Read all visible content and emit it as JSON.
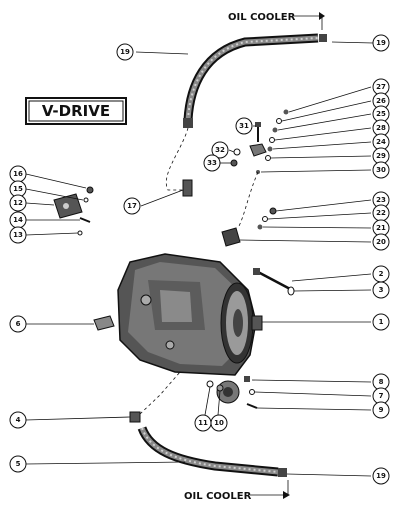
{
  "title": "V-DRIVE",
  "labels": {
    "oil_cooler_top": "OIL COOLER",
    "oil_cooler_bottom": "OIL COOLER"
  },
  "callouts": [
    "19",
    "27",
    "26",
    "25",
    "28",
    "24",
    "29",
    "30",
    "31",
    "32",
    "33",
    "17",
    "16",
    "15",
    "12",
    "14",
    "13",
    "23",
    "22",
    "21",
    "20",
    "2",
    "3",
    "6",
    "1",
    "8",
    "7",
    "9",
    "4",
    "11",
    "10",
    "5",
    "19"
  ]
}
